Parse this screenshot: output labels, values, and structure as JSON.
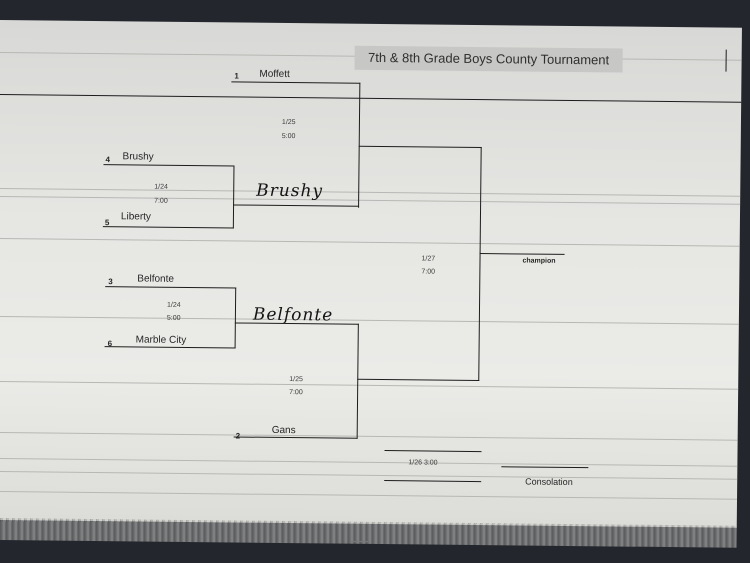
{
  "tournament": {
    "title": "7th & 8th Grade Boys County Tournament"
  },
  "bracket": {
    "first_round": [
      {
        "seed": "4",
        "team": "Brushy"
      },
      {
        "seed": "5",
        "team": "Liberty"
      },
      {
        "seed": "3",
        "team": "Belfonte"
      },
      {
        "seed": "6",
        "team": "Marble City"
      }
    ],
    "byes": [
      {
        "seed": "1",
        "team": "Moffett"
      },
      {
        "seed": "2",
        "team": "Gans"
      }
    ],
    "games": {
      "g1": {
        "date": "1/24",
        "time": "7:00"
      },
      "g2": {
        "date": "1/24",
        "time": "5:00"
      },
      "g3": {
        "date": "1/25",
        "time": "5:00"
      },
      "g4": {
        "date": "1/25",
        "time": "7:00"
      },
      "final": {
        "date": "1/27",
        "time": "7:00"
      },
      "consolation": {
        "datetime": "1/26  3:00"
      }
    },
    "handwritten_winners": [
      "Brushy",
      "Belfonte"
    ],
    "champion_label": "champion",
    "consolation_label": "Consolation"
  }
}
